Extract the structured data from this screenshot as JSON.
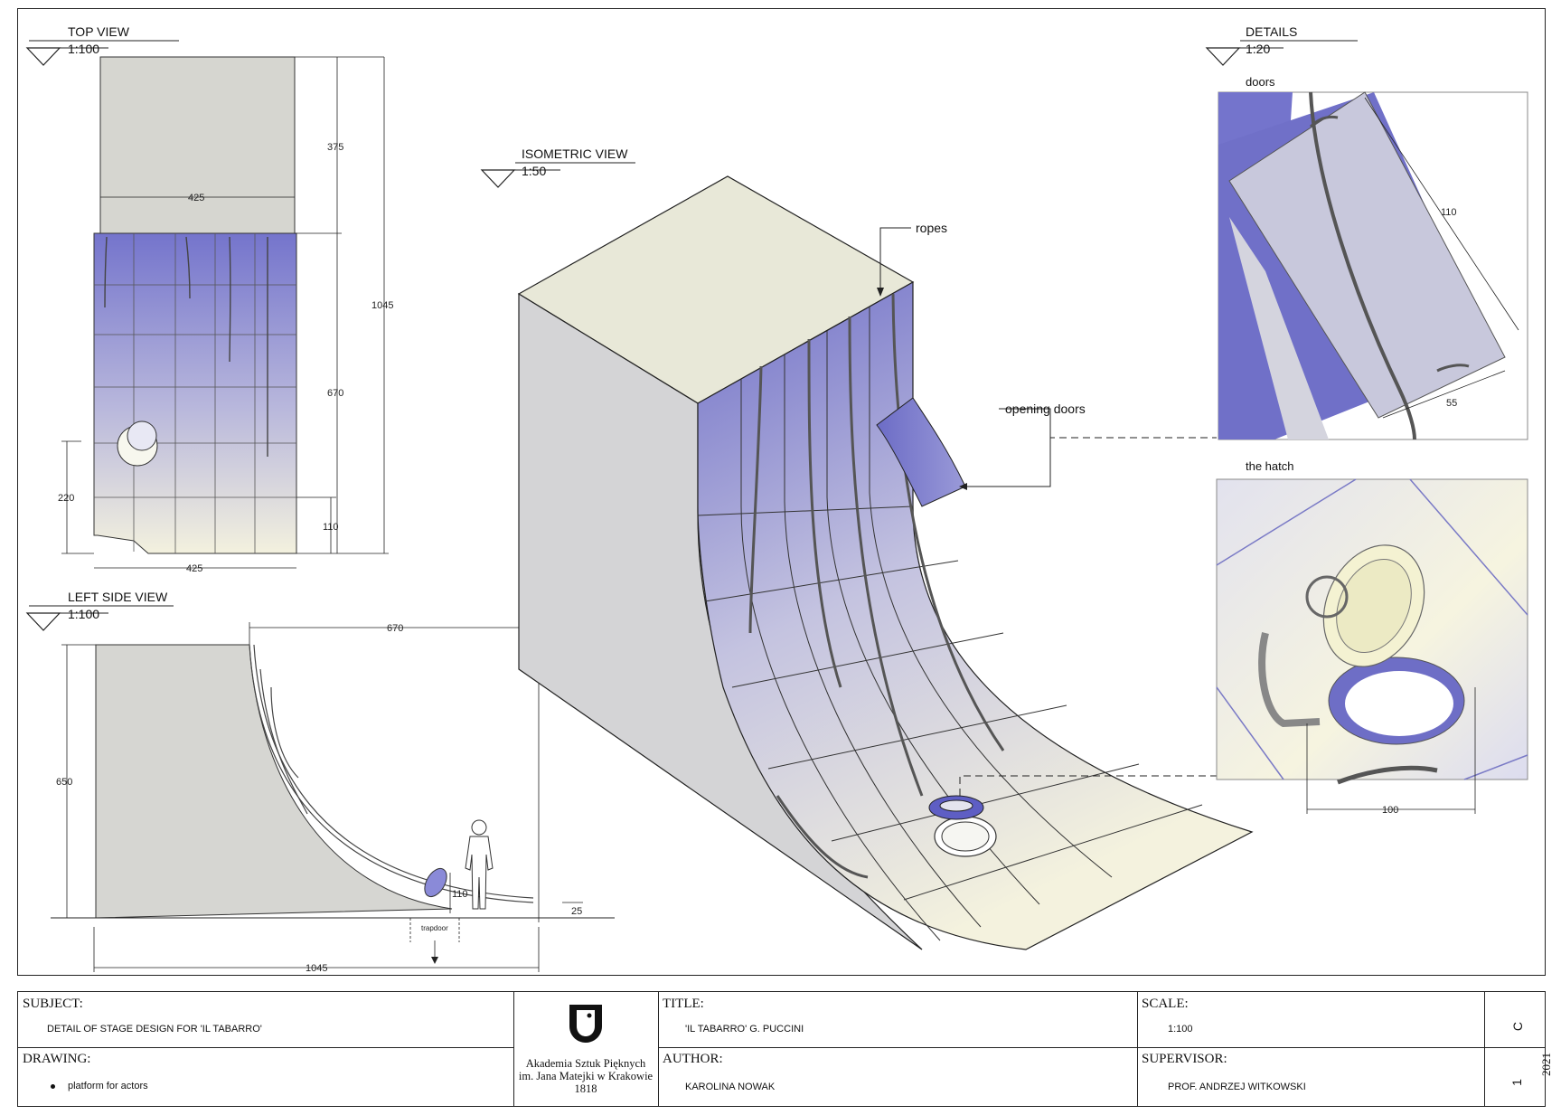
{
  "views": {
    "top": {
      "title": "TOP VIEW",
      "scale": "1:100"
    },
    "left_side": {
      "title": "LEFT SIDE VIEW",
      "scale": "1:100"
    },
    "isometric": {
      "title": "ISOMETRIC VIEW",
      "scale": "1:50"
    },
    "details": {
      "title": "DETAILS",
      "scale": "1:20"
    }
  },
  "top_view_dims": {
    "width_top": "425",
    "width_bottom": "425",
    "block_depth": "375",
    "total_depth": "1045",
    "ramp_depth": "670",
    "hatch_offset": "220",
    "lip": "110"
  },
  "side_view_dims": {
    "ramp_length": "670",
    "height": "650",
    "total_length": "1045",
    "figure_height": "110",
    "floor": "25",
    "trapdoor": "trapdoor"
  },
  "callouts": {
    "ropes": "ropes",
    "opening_doors": "opening doors"
  },
  "detail_doors": {
    "caption": "doors",
    "dim_long": "110",
    "dim_short": "55"
  },
  "detail_hatch": {
    "caption": "the hatch",
    "dim": "100"
  },
  "colors": {
    "panel_top": "#7c7cd0",
    "panel_bottom": "#f2f0dc",
    "box_top": "#e8e8d8",
    "box_side": "#d4d4d6",
    "line": "#222222"
  },
  "title_block": {
    "subject_label": "SUBJECT:",
    "subject_value": "DETAIL OF STAGE DESIGN FOR 'IL TABARRO'",
    "drawing_label": "DRAWING:",
    "drawing_items": [
      "platform for actors"
    ],
    "institution": {
      "line1": "Akademia Sztuk Pięknych",
      "line2": "im. Jana Matejki w Krakowie",
      "line3": "1818"
    },
    "title_label": "TITLE:",
    "title_value": "'IL TABARRO' G. PUCCINI",
    "author_label": "AUTHOR:",
    "author_value": "KAROLINA NOWAK",
    "scale_label": "SCALE:",
    "scale_value": "1:100",
    "supervisor_label": "SUPERVISOR:",
    "supervisor_value": "PROF. ANDRZEJ WITKOWSKI",
    "sheet_letter": "C",
    "sheet_number": "1",
    "year": "2021"
  }
}
